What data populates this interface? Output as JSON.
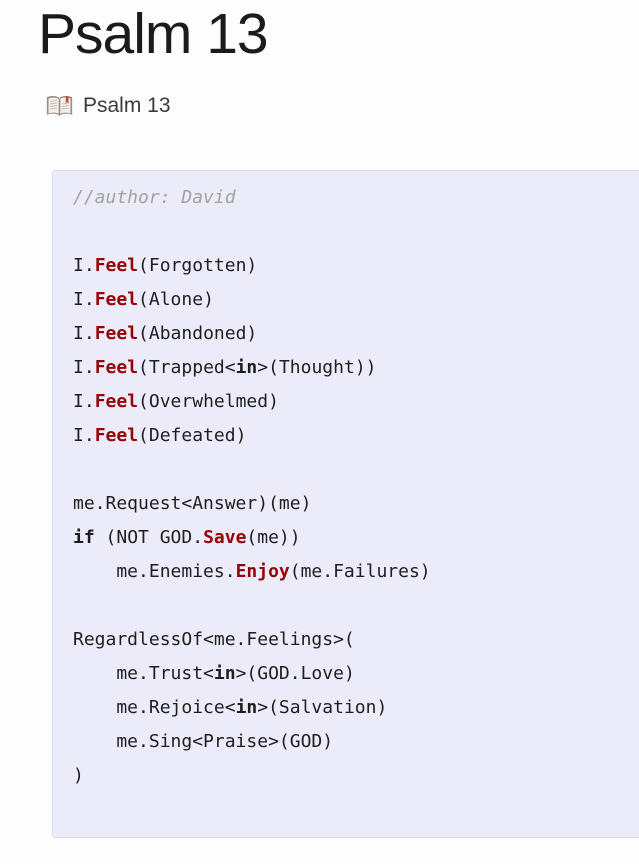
{
  "page": {
    "title": "Psalm 13",
    "breadcrumb": {
      "icon": "open-book-icon",
      "label": "Psalm 13"
    }
  },
  "code_block": {
    "colors": {
      "background": "#ebebf9",
      "border": "#dcdcea",
      "text": "#1e1e1e",
      "keyword": "#990000",
      "comment": "#a2a29f"
    },
    "lines": [
      [
        {
          "t": "//author: David",
          "s": "comment"
        }
      ],
      [],
      [
        {
          "t": "I.",
          "s": "plain"
        },
        {
          "t": "Feel",
          "s": "keyword"
        },
        {
          "t": "(Forgotten)",
          "s": "plain"
        }
      ],
      [
        {
          "t": "I.",
          "s": "plain"
        },
        {
          "t": "Feel",
          "s": "keyword"
        },
        {
          "t": "(Alone)",
          "s": "plain"
        }
      ],
      [
        {
          "t": "I.",
          "s": "plain"
        },
        {
          "t": "Feel",
          "s": "keyword"
        },
        {
          "t": "(Abandoned)",
          "s": "plain"
        }
      ],
      [
        {
          "t": "I.",
          "s": "plain"
        },
        {
          "t": "Feel",
          "s": "keyword"
        },
        {
          "t": "(Trapped<",
          "s": "plain"
        },
        {
          "t": "in",
          "s": "bold"
        },
        {
          "t": ">(Thought))",
          "s": "plain"
        }
      ],
      [
        {
          "t": "I.",
          "s": "plain"
        },
        {
          "t": "Feel",
          "s": "keyword"
        },
        {
          "t": "(Overwhelmed)",
          "s": "plain"
        }
      ],
      [
        {
          "t": "I.",
          "s": "plain"
        },
        {
          "t": "Feel",
          "s": "keyword"
        },
        {
          "t": "(Defeated)",
          "s": "plain"
        }
      ],
      [],
      [
        {
          "t": "me.Request<Answer)(me)",
          "s": "plain"
        }
      ],
      [
        {
          "t": "if",
          "s": "bold"
        },
        {
          "t": " (NOT GOD.",
          "s": "plain"
        },
        {
          "t": "Save",
          "s": "keyword"
        },
        {
          "t": "(me))",
          "s": "plain"
        }
      ],
      [
        {
          "t": "    me.Enemies.",
          "s": "plain"
        },
        {
          "t": "Enjoy",
          "s": "keyword"
        },
        {
          "t": "(me.Failures)",
          "s": "plain"
        }
      ],
      [],
      [
        {
          "t": "RegardlessOf<me.Feelings>(",
          "s": "plain"
        }
      ],
      [
        {
          "t": "    me.Trust<",
          "s": "plain"
        },
        {
          "t": "in",
          "s": "bold"
        },
        {
          "t": ">(GOD.Love)",
          "s": "plain"
        }
      ],
      [
        {
          "t": "    me.Rejoice<",
          "s": "plain"
        },
        {
          "t": "in",
          "s": "bold"
        },
        {
          "t": ">(Salvation)",
          "s": "plain"
        }
      ],
      [
        {
          "t": "    me.Sing<Praise>(GOD)",
          "s": "plain"
        }
      ],
      [
        {
          "t": ")",
          "s": "plain"
        }
      ],
      []
    ]
  }
}
